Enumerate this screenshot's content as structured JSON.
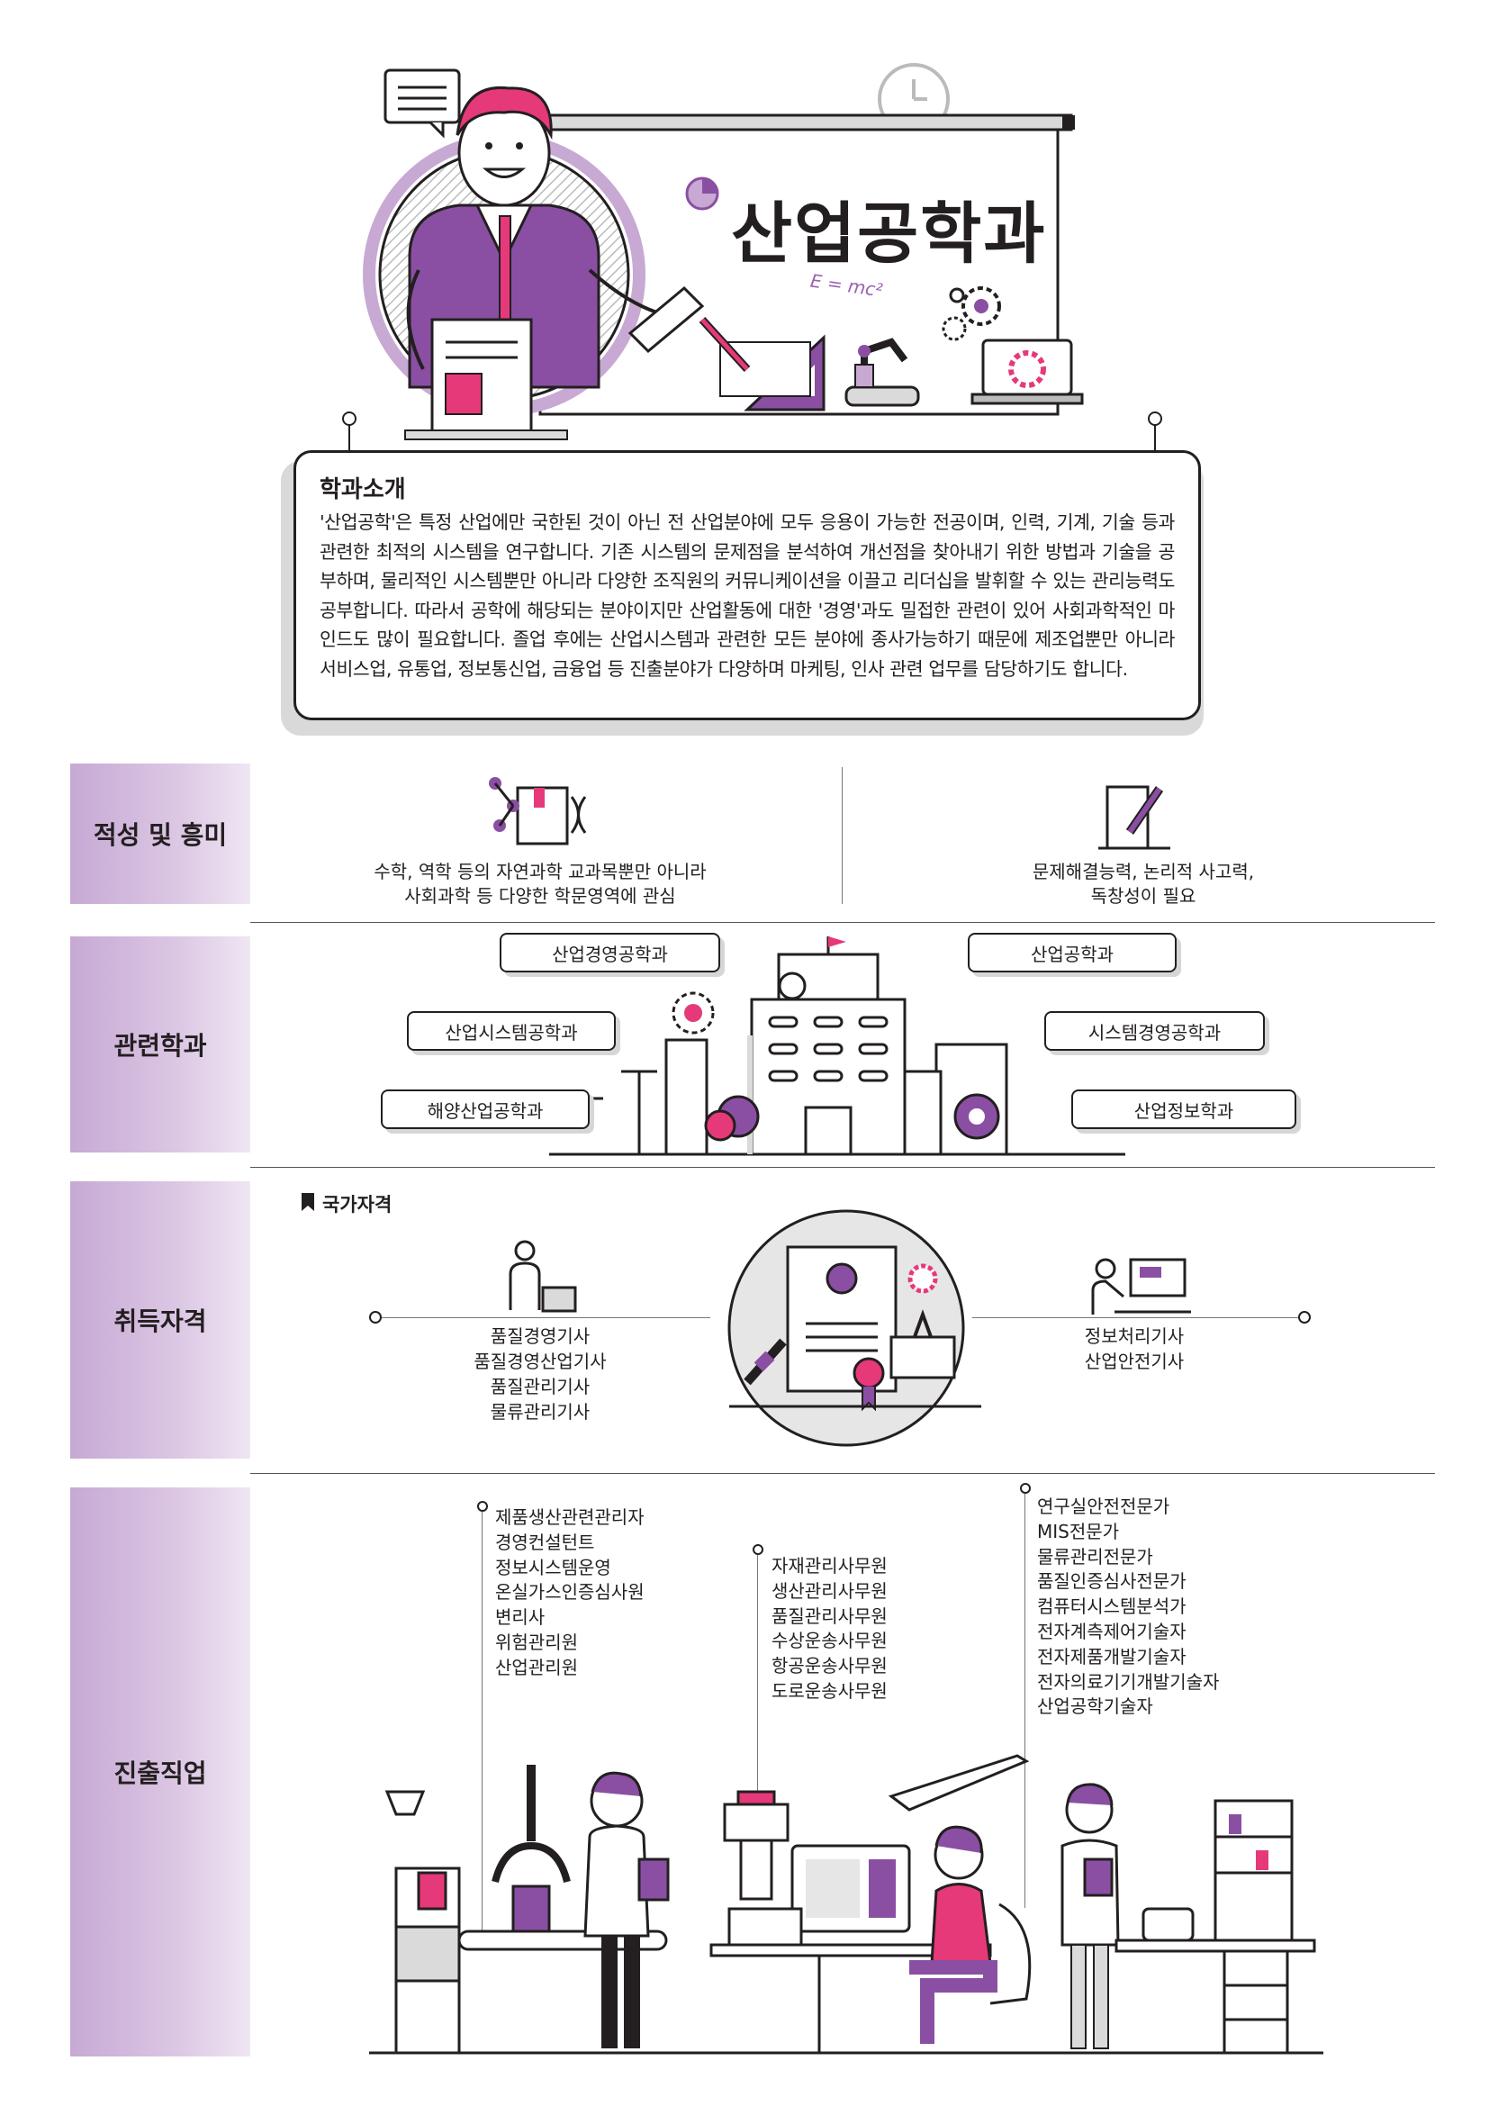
{
  "header": {
    "title": "산업공학과",
    "formula": "E = mc²"
  },
  "intro": {
    "heading": "학과소개",
    "body": "'산업공학'은 특정 산업에만 국한된 것이 아닌 전 산업분야에 모두 응용이 가능한 전공이며, 인력, 기계, 기술 등과 관련한 최적의 시스템을 연구합니다. 기존 시스템의 문제점을 분석하여 개선점을 찾아내기 위한 방법과 기술을 공부하며, 물리적인 시스템뿐만 아니라 다양한 조직원의 커뮤니케이션을 이끌고 리더십을 발휘할 수 있는 관리능력도 공부합니다. 따라서 공학에 해당되는 분야이지만 산업활동에 대한 '경영'과도 밀접한 관련이 있어 사회과학적인 마인드도 많이 필요합니다. 졸업 후에는 산업시스템과 관련한 모든 분야에 종사가능하기 때문에 제조업뿐만 아니라 서비스업, 유통업, 정보통신업, 금융업 등 진출분야가 다양하며 마케팅, 인사 관련 업무를 담당하기도 합니다."
  },
  "aptitude": {
    "label": "적성 및 흥미",
    "left_line1": "수학, 역학 등의 자연과학 교과목뿐만 아니라",
    "left_line2": "사회과학 등 다양한 학문영역에 관심",
    "right_line1": "문제해결능력, 논리적 사고력,",
    "right_line2": "독창성이 필요"
  },
  "related": {
    "label": "관련학과",
    "left": [
      "산업경영공학과",
      "산업시스템공학과",
      "해양산업공학과"
    ],
    "right": [
      "산업공학과",
      "시스템경영공학과",
      "산업정보학과"
    ]
  },
  "qualification": {
    "label": "취득자격",
    "category": "국가자격",
    "left": [
      "품질경영기사",
      "품질경영산업기사",
      "품질관리기사",
      "물류관리기사"
    ],
    "right": [
      "정보처리기사",
      "산업안전기사"
    ]
  },
  "careers": {
    "label": "진출직업",
    "col1": [
      "제품생산관련관리자",
      "경영컨설턴트",
      "정보시스템운영",
      "온실가스인증심사원",
      "변리사",
      "위험관리원",
      "산업관리원"
    ],
    "col2": [
      "자재관리사무원",
      "생산관리사무원",
      "품질관리사무원",
      "수상운송사무원",
      "항공운송사무원",
      "도로운송사무원"
    ],
    "col3": [
      "연구실안전전문가",
      "MIS전문가",
      "물류관리전문가",
      "품질인증심사전문가",
      "컴퓨터시스템분석가",
      "전자계측제어기술자",
      "전자제품개발기술자",
      "전자의료기기개발기술자",
      "산업공학기술자"
    ]
  },
  "colors": {
    "accent": "#8a4fa3",
    "accent_light": "#c7a9d4",
    "pink": "#e6397a",
    "outline": "#231f20"
  }
}
